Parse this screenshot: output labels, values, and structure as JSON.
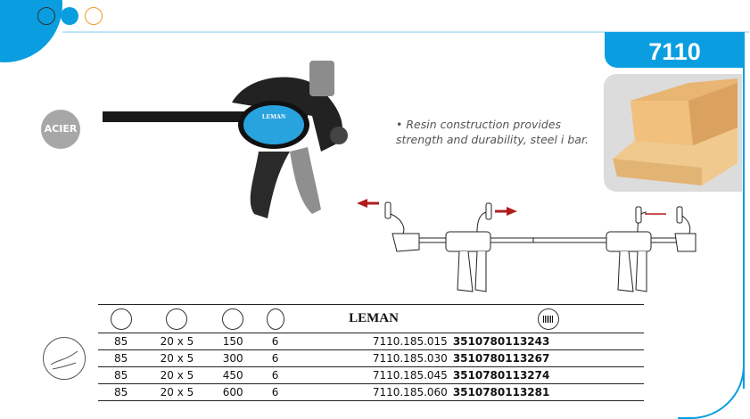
{
  "header": {
    "ref": "7110",
    "colors": [
      "#ffffff",
      "#0a9ee0",
      "#ffffff"
    ],
    "dot_borders": [
      "#333333",
      "#0a9ee0",
      "#f39a2b"
    ],
    "accent": "#0a9ee0"
  },
  "badge": {
    "material": "ACIER"
  },
  "product": {
    "brand_on_clamp": "LEMAN",
    "description": "• Resin construction provides strength and durability, steel i bar."
  },
  "table": {
    "headers": [
      "throat-depth-icon",
      "bar-section-icon",
      "opening-icon",
      "quantity-icon",
      "LEMAN",
      "barcode-icon"
    ],
    "rows": [
      [
        "85",
        "20 x 5",
        "150",
        "6",
        "7110.185.015",
        "3510780113243"
      ],
      [
        "85",
        "20 x 5",
        "300",
        "6",
        "7110.185.030",
        "3510780113267"
      ],
      [
        "85",
        "20 x 5",
        "450",
        "6",
        "7110.185.045",
        "3510780113274"
      ],
      [
        "85",
        "20 x 5",
        "600",
        "6",
        "7110.185.060",
        "3510780113281"
      ]
    ]
  }
}
